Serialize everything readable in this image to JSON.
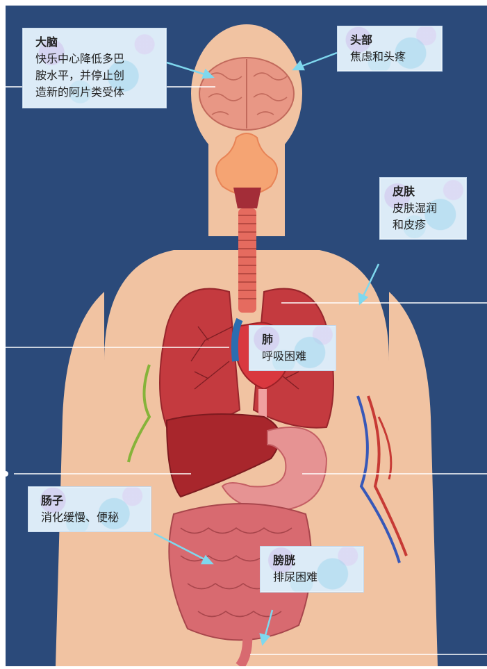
{
  "colors": {
    "background": "#2b4a7a",
    "skin": "#f1c3a2",
    "lung": "#c43a3f",
    "liver": "#a8262c",
    "stomach": "#e69393",
    "intestine": "#d86a70",
    "arrow": "#7fd8ee",
    "leader_line": "#ffffff"
  },
  "labels": {
    "brain": {
      "title": "大脑",
      "lines": [
        "快乐中心降低多巴",
        "胺水平，并停止创",
        "造新的阿片类受体"
      ]
    },
    "head": {
      "title": "头部",
      "text": "焦虑和头疼"
    },
    "skin": {
      "title": "皮肤",
      "lines": [
        "皮肤湿润",
        "和皮疹"
      ]
    },
    "lung": {
      "title": "肺",
      "text": "呼吸困难"
    },
    "intestine": {
      "title": "肠子",
      "text": "消化缓慢、便秘"
    },
    "bladder": {
      "title": "膀胱",
      "text": "排尿困难"
    }
  }
}
